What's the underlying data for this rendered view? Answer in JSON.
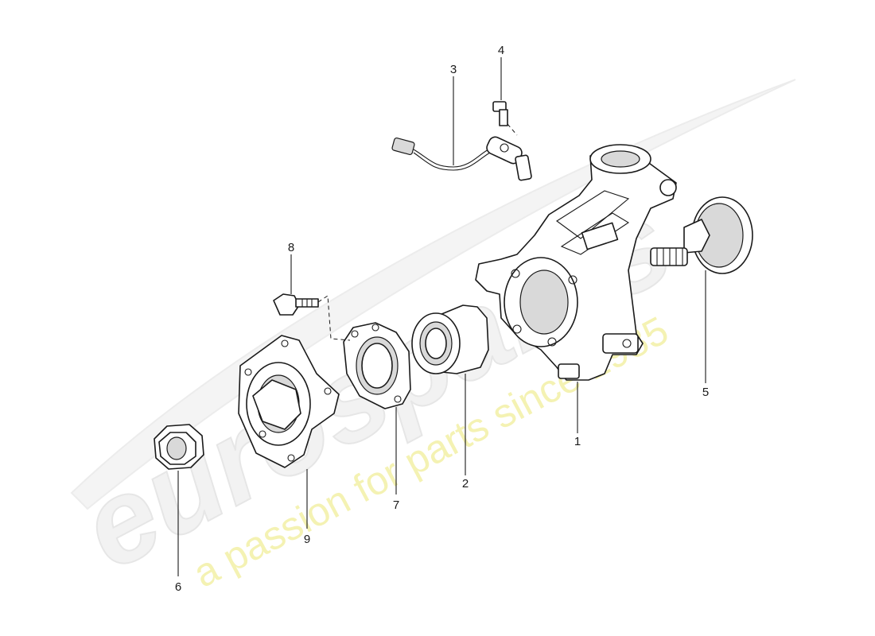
{
  "watermark": {
    "logo_text": "eurospares",
    "tagline": "a passion for parts since 1985"
  },
  "callouts": [
    {
      "number": "1",
      "part": "wheel carrier"
    },
    {
      "number": "2",
      "part": "wheel bearing"
    },
    {
      "number": "3",
      "part": "speed sensor"
    },
    {
      "number": "4",
      "part": "sensor bolt"
    },
    {
      "number": "5",
      "part": "drive shaft"
    },
    {
      "number": "6",
      "part": "collar nut"
    },
    {
      "number": "7",
      "part": "cover plate"
    },
    {
      "number": "8",
      "part": "flange bolt"
    },
    {
      "number": "9",
      "part": "wheel hub"
    }
  ],
  "colors": {
    "line": "#1a1a1a",
    "background": "#ffffff",
    "watermark_logo": "#f2f2f2",
    "watermark_tagline": "#f3f0a6"
  }
}
